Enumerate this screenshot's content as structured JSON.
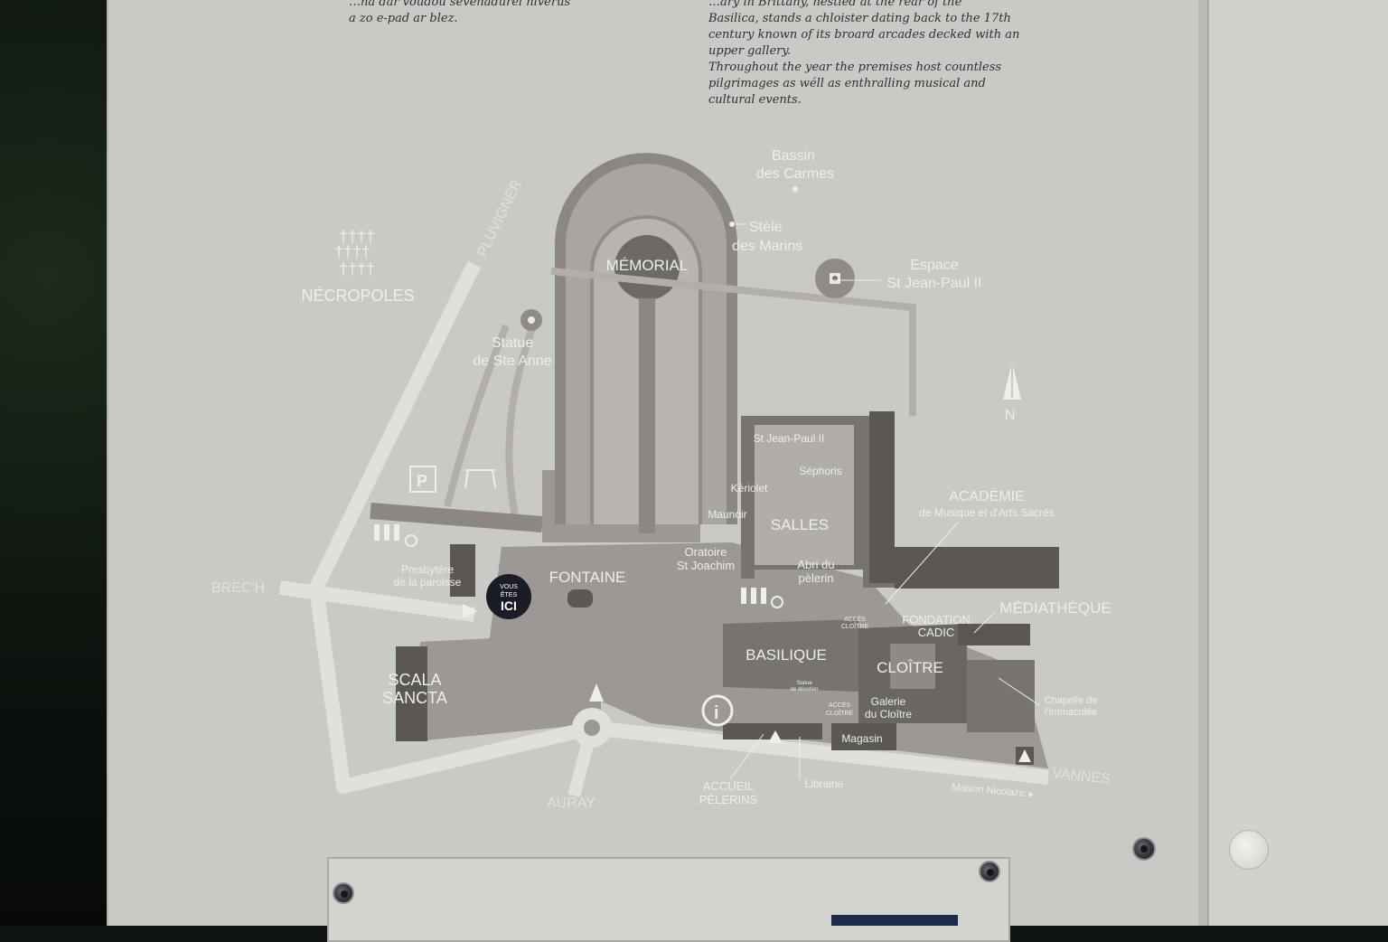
{
  "intro_text": {
    "left_lines": [
      "…na dar voudou sevenadurel niverus",
      "a zo e-pad ar blez."
    ],
    "right_lines": [
      "…ary in Brittany, nestled at the rear of the",
      "Basilica, stands a chloister dating back to the 17th",
      "century known of its broard arcades decked with an",
      "upper gallery.",
      "Throughout the year the premises host countless",
      "pilgrimages as wéll as enthralling musical and",
      "cultural events."
    ]
  },
  "map": {
    "roads": {
      "north_west": "PLUVIGNER",
      "west": "BREC'H",
      "south": "AURAY",
      "east": "VANNES"
    },
    "places": {
      "bassin": [
        "Bassin",
        "des Carmes"
      ],
      "stele": [
        "Stèle",
        "des Marins"
      ],
      "memorial": "MÉMORIAL",
      "espace": [
        "Espace",
        "St Jean-Paul II"
      ],
      "necropoles": "NÉCROPOLES",
      "statue_anne": [
        "Statue",
        "de Ste Anne"
      ],
      "st_jean_paul": "St Jean-Paul II",
      "sephoris": "Séphoris",
      "keriolet": "Kériolet",
      "maunoir": "Maunoir",
      "salles": "SALLES",
      "oratoire": [
        "Oratoire",
        "St Joachim"
      ],
      "abri": [
        "Abri du",
        "pèlerin"
      ],
      "academie": [
        "ACADÉMIE",
        "de Musique et d'Arts Sacrés"
      ],
      "presbytere": [
        "Presbytère",
        "de la paroisse"
      ],
      "fontaine": "FONTAINE",
      "fondation": [
        "FONDATION",
        "CADIC"
      ],
      "mediatheque": "MÉDIATHÈQUE",
      "acces_cloitre": [
        "ACCÈS",
        "CLOÎTRE"
      ],
      "basilique": "BASILIQUE",
      "cloitre": "CLOÎTRE",
      "statue_devotion": [
        "Statue",
        "de dévotion"
      ],
      "galerie": [
        "Galerie",
        "du Cloître"
      ],
      "chapelle": [
        "Chapelle de",
        "l'Immaculée"
      ],
      "scala": [
        "SCALA",
        "SANCTA"
      ],
      "magasin": "Magasin",
      "accueil": [
        "ACCUEIL",
        "PÈLERINS"
      ],
      "librairie": "Librairie",
      "maison": "Maison Nicolazic ▸"
    },
    "you_are_here": [
      "VOUS",
      "ÊTES",
      "ICI"
    ],
    "parking": "P",
    "info": "i",
    "north": "N",
    "colors": {
      "panel": "#c9cac5",
      "path": "#e1e1dc",
      "building": "#77736e",
      "dark_building": "#5b5854",
      "grounds": "#9c9893",
      "you_are_here": "#1a1c26"
    }
  }
}
